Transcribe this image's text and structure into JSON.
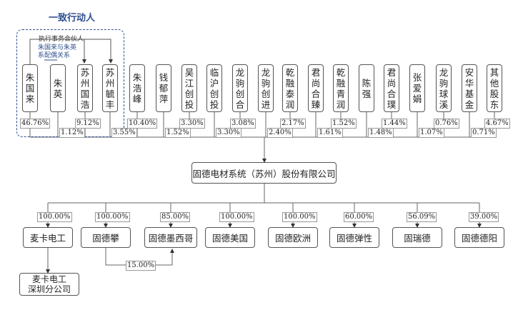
{
  "group_title": "一致行动人",
  "notes": {
    "partner": "执行事务合伙人",
    "spouse": "朱国来与朱英\n系配偶关系"
  },
  "shareholders": [
    {
      "name": "朱国来",
      "pct": "46.76%"
    },
    {
      "name": "朱英",
      "pct": "1.12%"
    },
    {
      "name": "苏州国浩",
      "pct": "9.12%"
    },
    {
      "name": "苏州毓丰",
      "pct": "3.55%"
    },
    {
      "name": "朱浩峰",
      "pct": "10.40%"
    },
    {
      "name": "钱郁萍",
      "pct": "1.52%"
    },
    {
      "name": "吴江创投",
      "pct": "3.30%"
    },
    {
      "name": "临沪创投",
      "pct": "3.30%"
    },
    {
      "name": "龙驹创合",
      "pct": "3.08%"
    },
    {
      "name": "龙驹创进",
      "pct": "2.40%"
    },
    {
      "name": "乾融泰润",
      "pct": "2.17%"
    },
    {
      "name": "君尚合臻",
      "pct": "1.61%"
    },
    {
      "name": "乾融青润",
      "pct": "1.52%"
    },
    {
      "name": "陈强",
      "pct": "1.48%"
    },
    {
      "name": "君尚合璞",
      "pct": "1.44%"
    },
    {
      "name": "张爱娟",
      "pct": "1.07%"
    },
    {
      "name": "龙驹球溪",
      "pct": "0.76%"
    },
    {
      "name": "安华基金",
      "pct": "0.71%"
    },
    {
      "name": "其他股东",
      "pct": "4.67%"
    }
  ],
  "company": "固德电材系统（苏州）股份有限公司",
  "subsidiaries": [
    {
      "name": "麦卡电工",
      "pct": "100.00%"
    },
    {
      "name": "固德攀",
      "pct": "100.00%"
    },
    {
      "name": "固德墨西哥",
      "pct": "85.00%"
    },
    {
      "name": "固德美国",
      "pct": "100.00%"
    },
    {
      "name": "固德欧洲",
      "pct": "100.00%"
    },
    {
      "name": "固德弹性",
      "pct": "60.00%"
    },
    {
      "name": "固瑞德",
      "pct": "56.09%"
    },
    {
      "name": "固德德阳",
      "pct": "39.00%"
    }
  ],
  "cross_holding_pct": "15.00%",
  "branch": "麦卡电工\n深圳分公司"
}
